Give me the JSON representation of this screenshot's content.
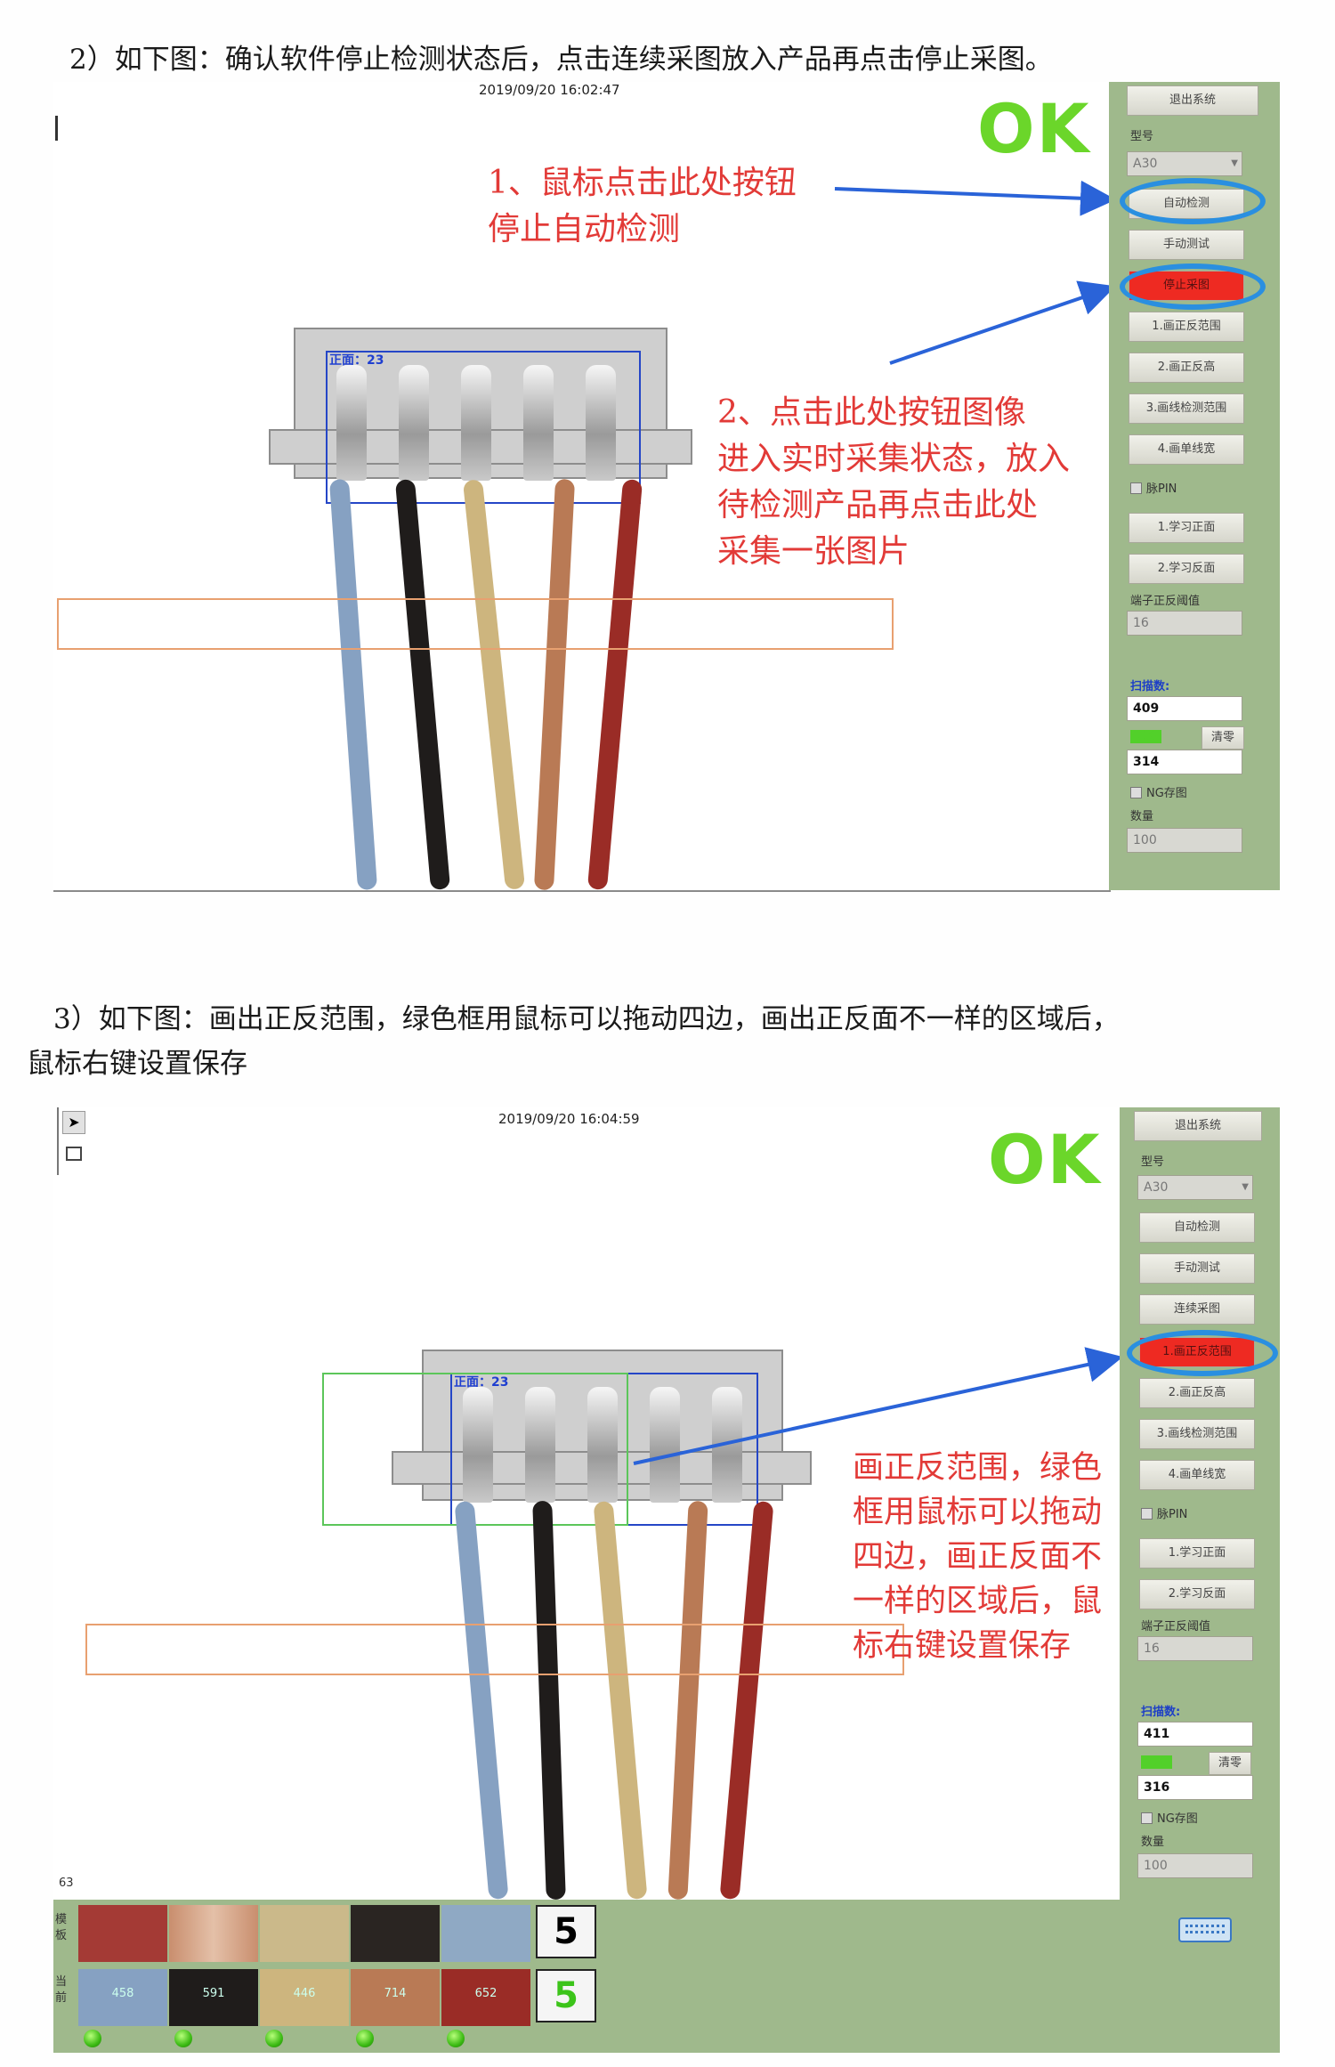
{
  "step2": {
    "text": "2）如下图：确认软件停止检测状态后，点击连续采图放入产品再点击停止采图。",
    "timestamp": "2019/09/20 16:02:47",
    "ok": "OK",
    "overlay_label": "正面：23",
    "annotation1": [
      "1、鼠标点击此处按钮",
      "停止自动检测"
    ],
    "annotation2": [
      "2、点击此处按钮图像",
      "进入实时采集状态，放入",
      "待检测产品再点击此处",
      "采集一张图片"
    ],
    "sidebar": {
      "exit": "退出系统",
      "model_label": "型号",
      "model_value": "A30",
      "buttons": [
        "自动检测",
        "手动测试",
        "停止采图",
        "1.画正反范围",
        "2.画正反高",
        "3.画线检测范围",
        "4.画单线宽"
      ],
      "pin_check": "脉PIN",
      "learn_buttons": [
        "1.学习正面",
        "2.学习反面"
      ],
      "threshold_label": "端子正反阈值",
      "threshold_value": "16",
      "scan_label": "扫描数:",
      "scan_value": "409",
      "ok_label": "OK",
      "clear_button": "清零",
      "ok_value": "314",
      "ng_check": "NG存图",
      "count_label": "数量",
      "count_value": "100"
    }
  },
  "step3": {
    "text_lines": [
      "3）如下图：画出正反范围，绿色框用鼠标可以拖动四边，画出正反面不一样的区域后，",
      "鼠标右键设置保存"
    ],
    "timestamp": "2019/09/20 16:04:59",
    "ok": "OK",
    "overlay_label": "正面：23",
    "annotation": [
      "画正反范围，绿色",
      "框用鼠标可以拖动",
      "四边，画正反面不",
      "一样的区域后，鼠",
      "标右键设置保存"
    ],
    "corner_number": "63",
    "sidebar": {
      "exit": "退出系统",
      "model_label": "型号",
      "model_value": "A30",
      "buttons": [
        "自动检测",
        "手动测试",
        "连续采图",
        "1.画正反范围",
        "2.画正反高",
        "3.画线检测范围",
        "4.画单线宽"
      ],
      "pin_check": "脉PIN",
      "learn_buttons": [
        "1.学习正面",
        "2.学习反面"
      ],
      "threshold_label": "端子正反阈值",
      "threshold_value": "16",
      "scan_label": "扫描数:",
      "scan_value": "411",
      "ok_label": "OK",
      "clear_button": "清零",
      "ok_value": "316",
      "ng_check": "NG存图",
      "count_label": "数量",
      "count_value": "100"
    },
    "template_row_label": "模板",
    "current_row_label": "当前",
    "template_count": "5",
    "current_count": "5",
    "current_values": [
      "458",
      "591",
      "446",
      "714",
      "652"
    ],
    "colors": {
      "template": [
        "#a43a35",
        "#c98e6e",
        "#cbb98a",
        "#2a2522",
        "#8fa9c4"
      ],
      "current": [
        "#86a1c2",
        "#1f1c1b",
        "#cdb57e",
        "#b97a55",
        "#9a2c26"
      ]
    }
  },
  "colors": {
    "annotation_red": "#e23a37",
    "oval_blue": "#2a8fe0",
    "ok_green": "#6bd62a",
    "sidebar_green": "#9fb98c"
  }
}
